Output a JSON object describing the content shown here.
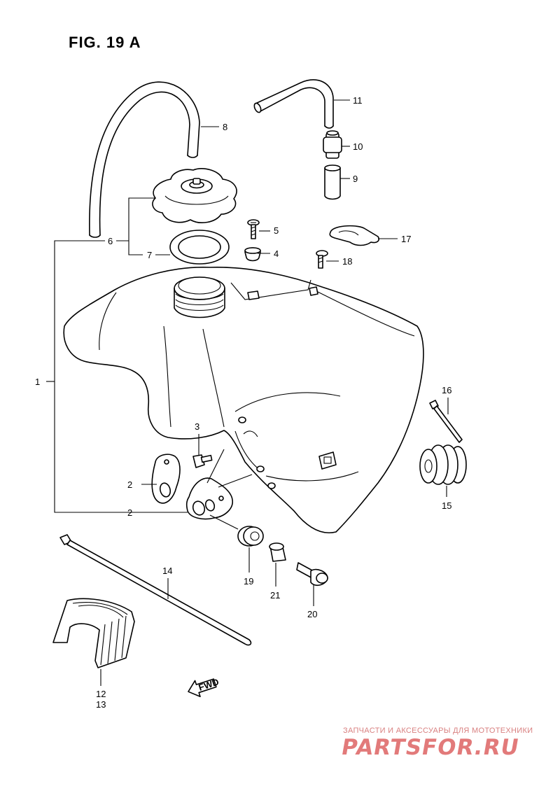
{
  "figure": {
    "title": "FIG. 19 A"
  },
  "callouts": [
    "1",
    "2",
    "2",
    "3",
    "4",
    "5",
    "6",
    "7",
    "8",
    "9",
    "10",
    "11",
    "12",
    "13",
    "14",
    "15",
    "16",
    "17",
    "18",
    "19",
    "20",
    "21"
  ],
  "fwd_label": "FWD",
  "watermark": {
    "caption": "ЗАПЧАСТИ И АКСЕССУАРЫ ДЛЯ МОТОТЕХНИКИ",
    "logo": "PARTSFOR.RU"
  }
}
